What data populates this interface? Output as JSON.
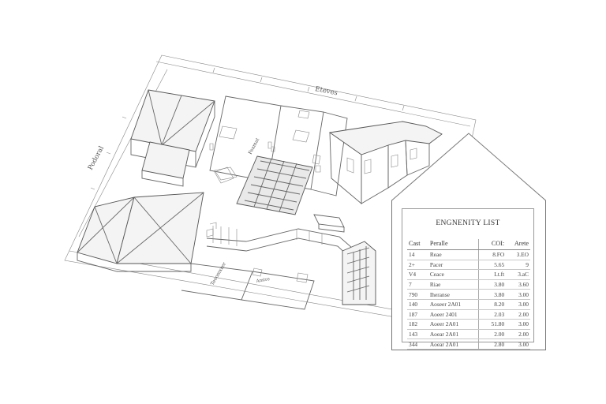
{
  "drawing": {
    "top_edge_label": "Eteves",
    "left_edge_label": "Podoral",
    "room_labels": [
      "Fexmat",
      "Teoomxrer",
      "Amtre"
    ],
    "icons": [
      "table-icon",
      "figure-icon",
      "stair-icon"
    ]
  },
  "schedule": {
    "title": "ENGNENITY LIST",
    "columns": [
      "Cast",
      "Peralle",
      "COI:",
      "Arete"
    ],
    "rows": [
      {
        "code": "14",
        "name": "Reae",
        "cost": "8.FO",
        "area": "3.EO"
      },
      {
        "code": "2+",
        "name": "Pacer",
        "cost": "5.65",
        "area": "9"
      },
      {
        "code": "V4",
        "name": "Ceace",
        "cost": "Lt.ft",
        "area": "3.aC"
      },
      {
        "code": "7",
        "name": "Riae",
        "cost": "3.80",
        "area": "3.60"
      },
      {
        "code": "790",
        "name": "Iheranse",
        "cost": "3.80",
        "area": "3.00"
      },
      {
        "code": "140",
        "name": "Aoseer 2A01",
        "cost": "8.20",
        "area": "3.00"
      },
      {
        "code": "187",
        "name": "Aoeer 2401",
        "cost": "2.03",
        "area": "2.00"
      },
      {
        "code": "182",
        "name": "Aoeer 2A01",
        "cost": "51.80",
        "area": "3.00"
      },
      {
        "code": "143",
        "name": "Aoear 2A01",
        "cost": "2.00",
        "area": "2.00"
      },
      {
        "code": "344",
        "name": "Aoear 2A01",
        "cost": "2.80",
        "area": "3.00"
      }
    ]
  }
}
